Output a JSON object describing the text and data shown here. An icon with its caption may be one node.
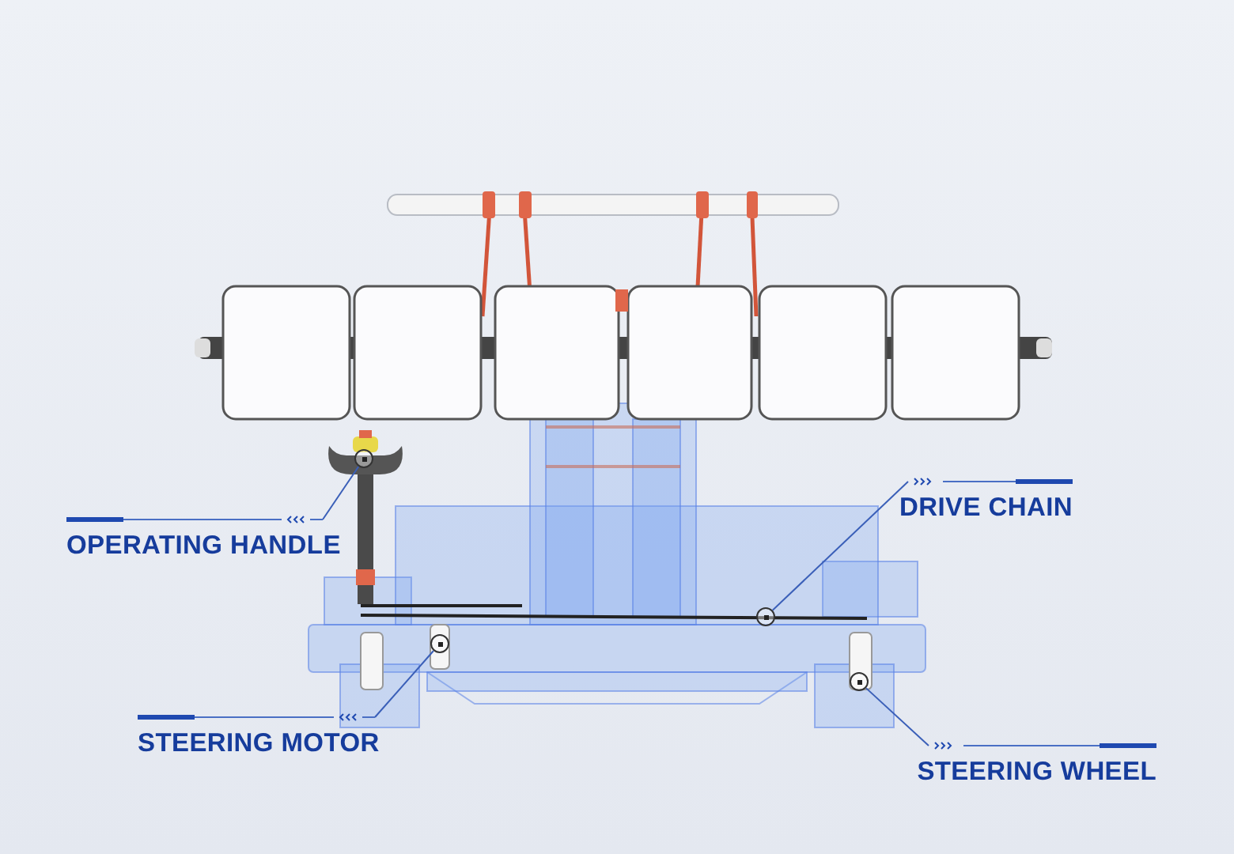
{
  "diagram": {
    "nodes": [
      {
        "text": [
          "OPERATING HANDLE"
        ]
      },
      {
        "text": [],
        "shape": "circle"
      },
      {
        "text": [
          "DRIVE CHAIN"
        ]
      },
      {
        "text": [],
        "shape": "circle"
      },
      {
        "text": [
          "STEERING MOTOR"
        ]
      },
      {
        "text": [],
        "shape": "circle"
      },
      {
        "text": [
          "STEERING WHEEL"
        ]
      },
      {
        "text": [],
        "shape": "circle"
      }
    ],
    "edges": [
      {
        "from": 0,
        "to": 1,
        "arrow": "none"
      },
      {
        "from": 2,
        "to": 3,
        "arrow": "none"
      },
      {
        "from": 4,
        "to": 5,
        "arrow": "none"
      },
      {
        "from": 6,
        "to": 7,
        "arrow": "none"
      }
    ]
  }
}
